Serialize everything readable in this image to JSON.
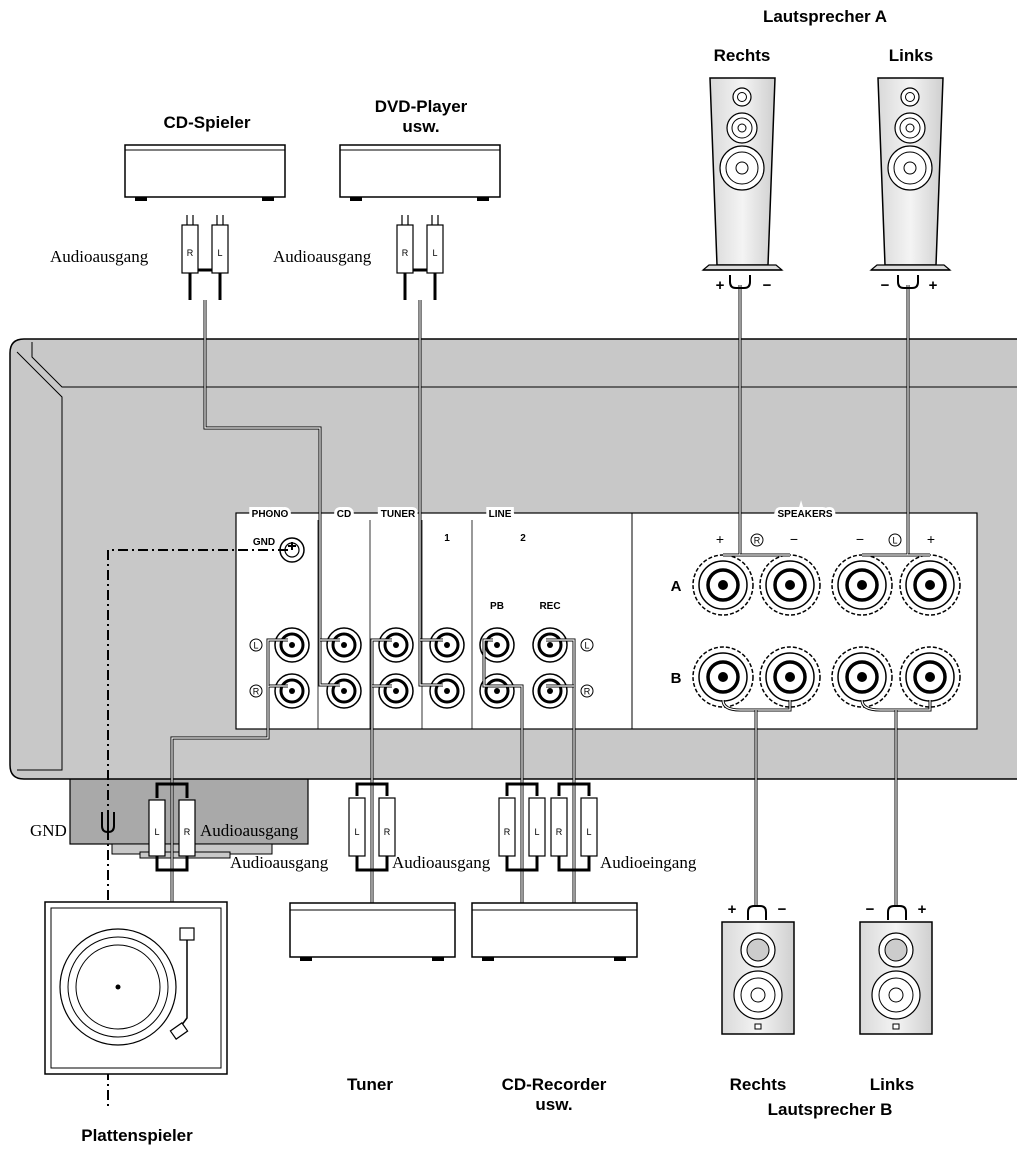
{
  "speakers_a": {
    "title": "Lautsprecher A",
    "right": "Rechts",
    "left": "Links"
  },
  "speakers_b": {
    "title": "Lautsprecher B",
    "right": "Rechts",
    "left": "Links"
  },
  "devices": {
    "cd_player": "CD-Spieler",
    "dvd_player_line1": "DVD-Player",
    "dvd_player_line2": "usw.",
    "tuner": "Tuner",
    "cd_recorder_line1": "CD-Recorder",
    "cd_recorder_line2": "usw.",
    "turntable": "Plattenspieler"
  },
  "port_labels": {
    "audio_out": "Audioausgang",
    "audio_in": "Audioeingang",
    "gnd": "GND"
  },
  "panel": {
    "phono": "PHONO",
    "cd": "CD",
    "tuner": "TUNER",
    "line": "LINE",
    "line1": "1",
    "line2": "2",
    "pb": "PB",
    "rec": "REC",
    "gnd": "GND",
    "speakers": "SPEAKERS",
    "row_a": "A",
    "row_b": "B",
    "plus": "+",
    "minus": "−",
    "ch_r": "R",
    "ch_l": "L"
  },
  "colors": {
    "chassis": "#c8c8c8",
    "chassis_dark": "#a9a9a9",
    "panel": "#ffffff"
  }
}
